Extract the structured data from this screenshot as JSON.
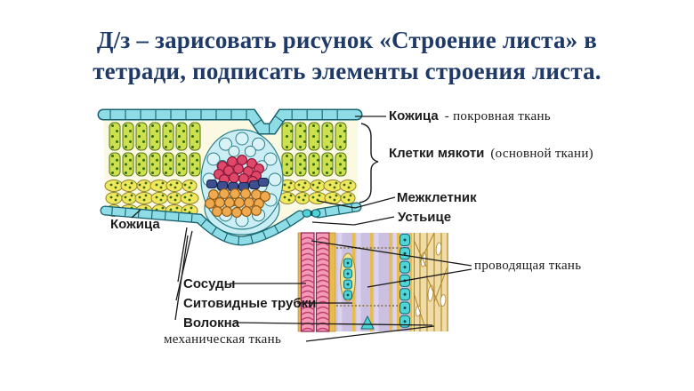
{
  "slide": {
    "title": {
      "line1": "Д/з – зарисовать рисунок «Строение листа» в",
      "line2": "тетради, подписать элементы строения листа.",
      "color": "#1f3a68"
    },
    "figure": {
      "labels": {
        "kozhitsa_top": "Кожица",
        "kozhitsa_top_suffix": "- покровная ткань",
        "kletki_myakoti": "Клетки мякоти",
        "kletki_myakoti_suffix": "(основной ткани)",
        "mezhkletnik": "Межклетник",
        "ustitse": "Устьице",
        "kozhitsa_left": "Кожица",
        "sosudy": "Сосуды",
        "sitovidnye_trubki": "Ситовидные трубки",
        "volokna": "Волокна",
        "mekhanicheskaya_tkan": "механическая ткань",
        "provodyashchaya_tkan": "проводящая ткань"
      },
      "colors": {
        "leaf_body": "#fcf9e2",
        "epidermis": "#8edde6",
        "epidermis_stroke": "#17626e",
        "palisade": "#cde14e",
        "palisade_stroke": "#55731a",
        "chloroplast": "#2e6a12",
        "spongy": "#f1e75c",
        "spongy_stroke": "#8a8430",
        "bundle_ring": "#cbeef4",
        "bundle_cell": "#d8f2f6",
        "bundle_stroke": "#2b7f8c",
        "xylem_red": "#e0486a",
        "xylem_red_stroke": "#8a1436",
        "cambium_navy": "#3d4f8e",
        "cambium_navy_stroke": "#16204a",
        "phloem_orange": "#efa94f",
        "phloem_orange_stroke": "#915910",
        "vessel_pink": "#f29ab6",
        "vessel_pink_arc": "#c2406e",
        "vessel_pink_stroke": "#8e2050",
        "sieve_lavender": "#cbc0e2",
        "sieve_highlight": "#dcd4ee",
        "companion_teal": "#4fd4d8",
        "companion_teal_stroke": "#0b6b72",
        "companion_dot": "#084c52",
        "fiber_tan": "#efdca6",
        "fiber_stroke": "#b08428",
        "separator_yellow": "#e6bc4e",
        "sieve_plate_dot": "#94805a",
        "leader_line": "#1a1a1a"
      }
    }
  }
}
